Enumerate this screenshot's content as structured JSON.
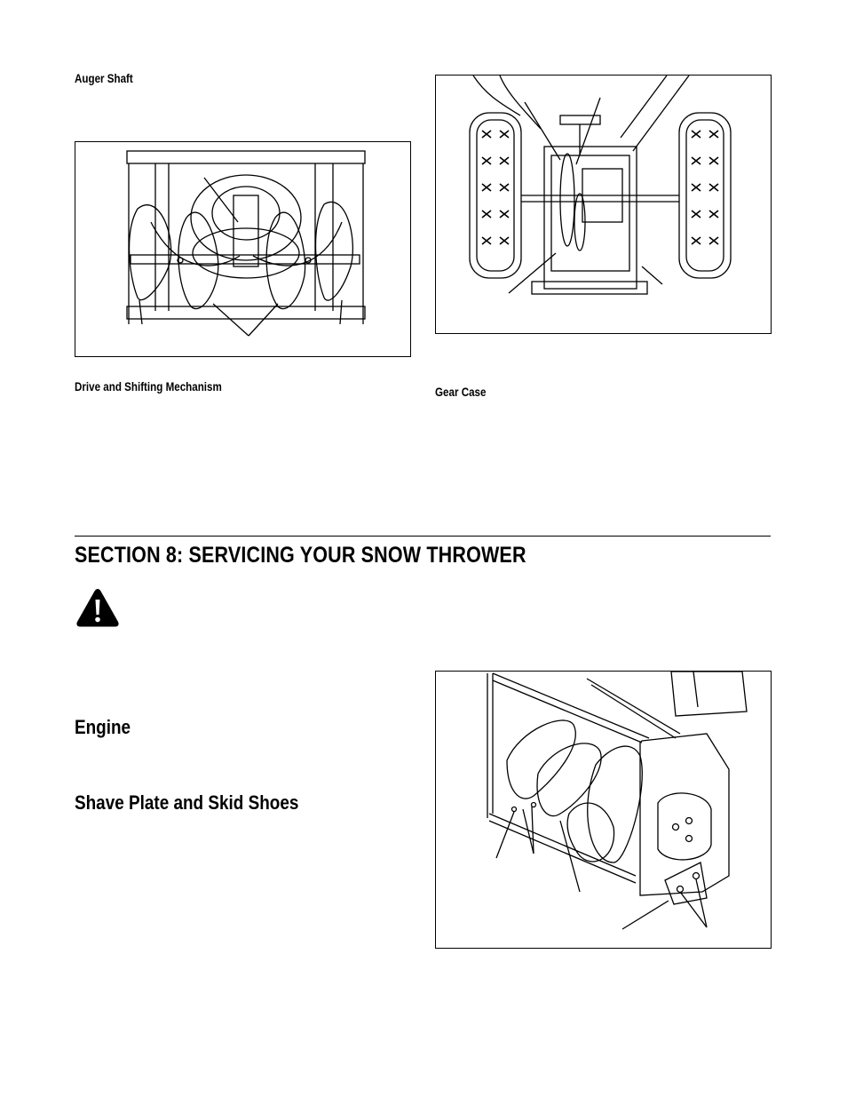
{
  "captions": {
    "auger_shaft": "Auger Shaft",
    "drive_mechanism": "Drive and Shifting Mechanism",
    "gear_case": "Gear Case"
  },
  "section": {
    "title": "SECTION 8:  SERVICING YOUR SNOW THROWER"
  },
  "subheadings": {
    "engine": "Engine",
    "shave_plate": "Shave Plate and Skid Shoes"
  },
  "icons": {
    "warning": "warning-triangle-icon"
  }
}
